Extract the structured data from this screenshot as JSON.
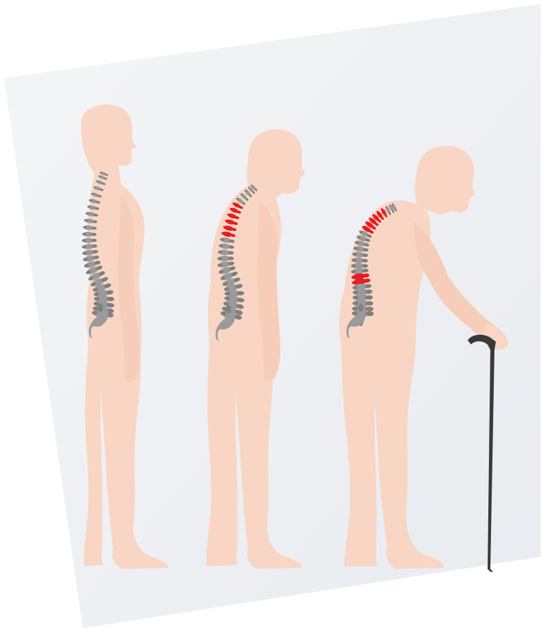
{
  "figures": [
    {
      "name": "healthy-spine",
      "damaged_vertebrae": 0
    },
    {
      "name": "mild-osteoporosis",
      "damaged_vertebrae": 6
    },
    {
      "name": "severe-osteoporosis",
      "damaged_vertebrae": 8,
      "walking_cane": true
    }
  ],
  "colors": {
    "background_panel": "#eef0f3",
    "skin": "#f8d6c3",
    "skin_edge": "#f1c8b3",
    "bone": "#9a9a9a",
    "bone_dark": "#7f7f7f",
    "damaged_bone": "#e31e24",
    "cane": "#3a3a3a"
  }
}
